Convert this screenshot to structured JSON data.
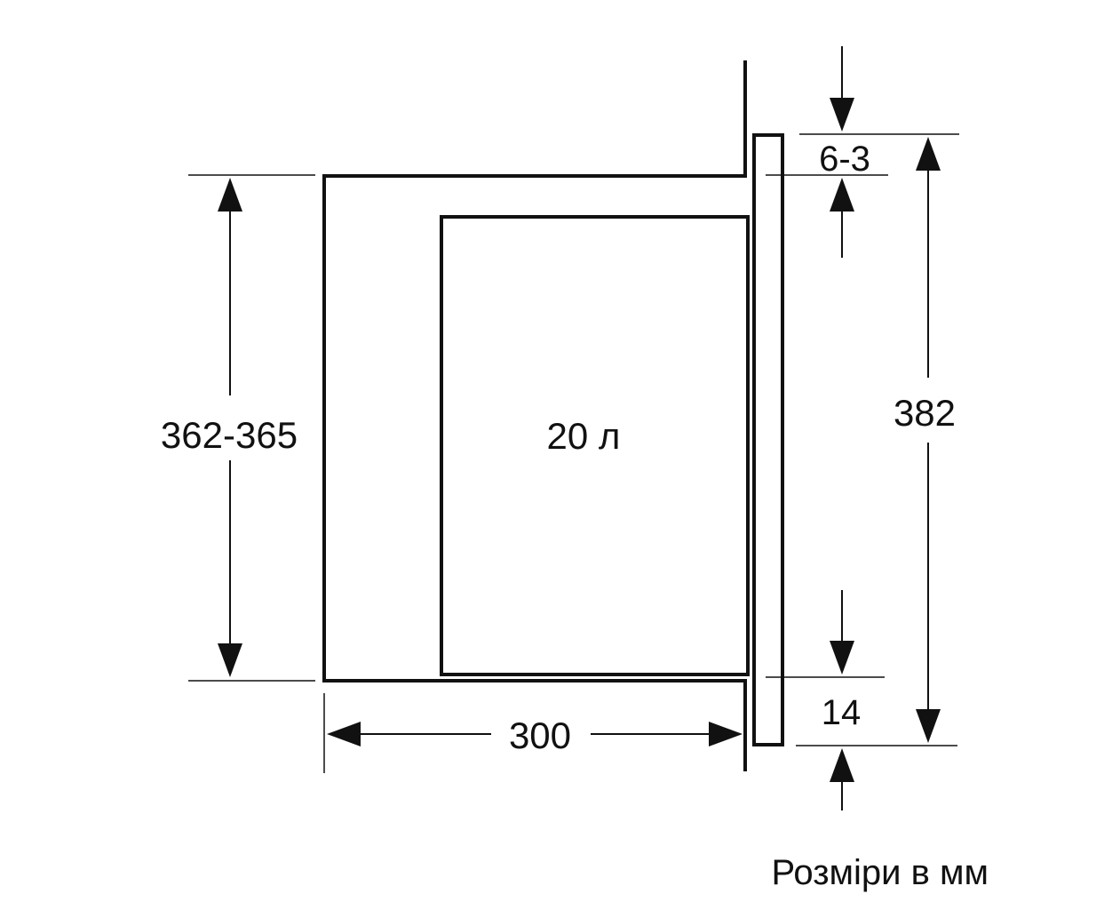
{
  "labels": {
    "height_cabinet": "362-365",
    "depth": "300",
    "volume": "20 л",
    "height_appliance": "382",
    "top_gap": "6-3",
    "bottom_offset": "14",
    "units_note": "Розміри в мм"
  },
  "colors": {
    "line": "#111111",
    "background": "#ffffff"
  }
}
